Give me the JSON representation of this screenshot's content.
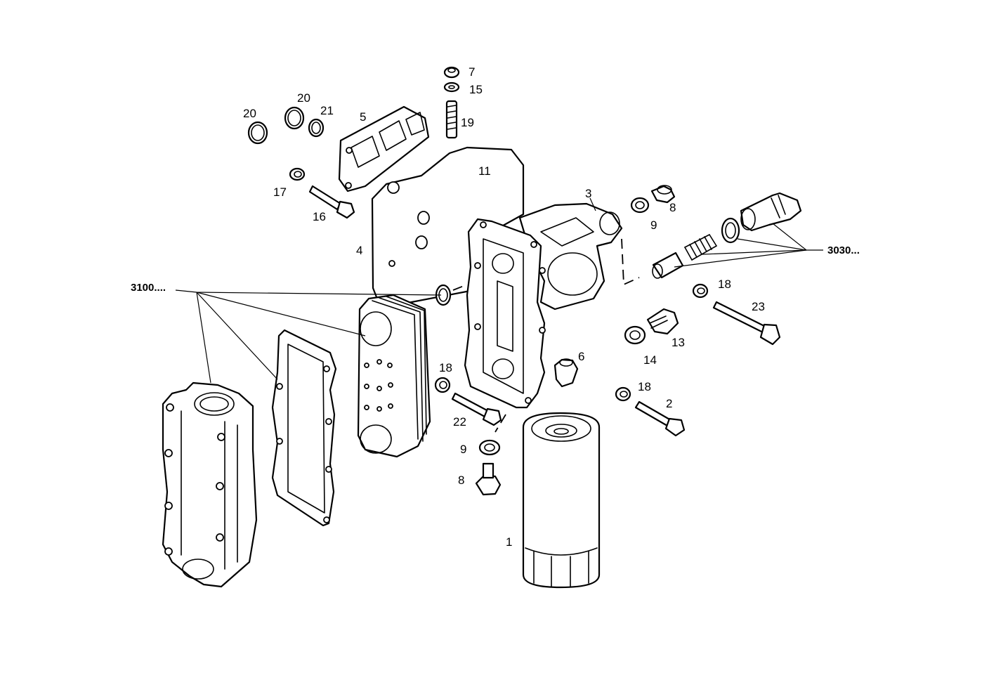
{
  "labels": {
    "l1": "1",
    "l2": "2",
    "l3": "3",
    "l4": "4",
    "l5": "5",
    "l6": "6",
    "l7": "7",
    "l8a": "8",
    "l8b": "8",
    "l9a": "9",
    "l9b": "9",
    "l11": "11",
    "l13": "13",
    "l14": "14",
    "l15": "15",
    "l16": "16",
    "l17": "17",
    "l18a": "18",
    "l18b": "18",
    "l18c": "18",
    "l19": "19",
    "l20a": "20",
    "l20b": "20",
    "l21": "21",
    "l22": "22",
    "l23": "23",
    "group3100": "3100....",
    "group3030": "3030..."
  },
  "colors": {
    "ink": "#000000",
    "paper": "#ffffff"
  }
}
